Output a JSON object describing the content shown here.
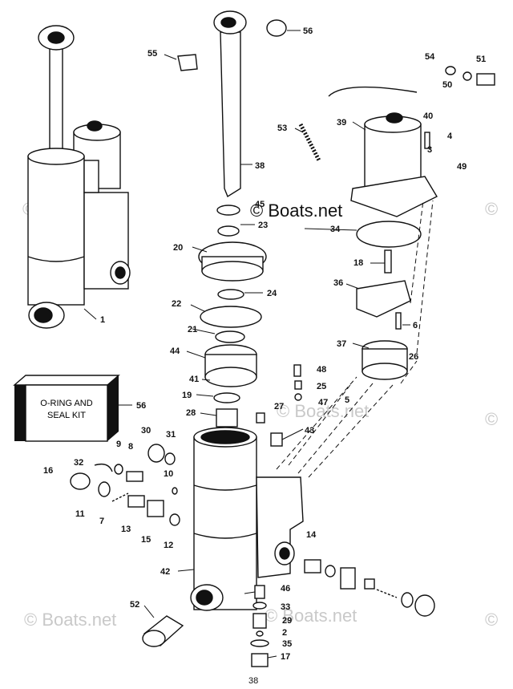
{
  "kit_label": {
    "line1": "O-RING AND",
    "line2": "SEAL KIT"
  },
  "page_number": "38",
  "watermark": {
    "brand": "Boats.net",
    "symbol": "©"
  },
  "callouts": [
    "1",
    "2",
    "3",
    "4",
    "5",
    "6",
    "7",
    "8",
    "9",
    "10",
    "11",
    "12",
    "13",
    "14",
    "15",
    "16",
    "17",
    "18",
    "19",
    "20",
    "21",
    "22",
    "23",
    "24",
    "25",
    "26",
    "27",
    "28",
    "29",
    "30",
    "31",
    "32",
    "33",
    "34",
    "35",
    "36",
    "37",
    "38",
    "39",
    "40",
    "41",
    "42",
    "43",
    "44",
    "45",
    "46",
    "47",
    "48",
    "49",
    "50",
    "51",
    "52",
    "53",
    "54",
    "55",
    "56"
  ],
  "colors": {
    "line": "#111111",
    "watermark": "#c9c9c9",
    "background": "#ffffff"
  }
}
